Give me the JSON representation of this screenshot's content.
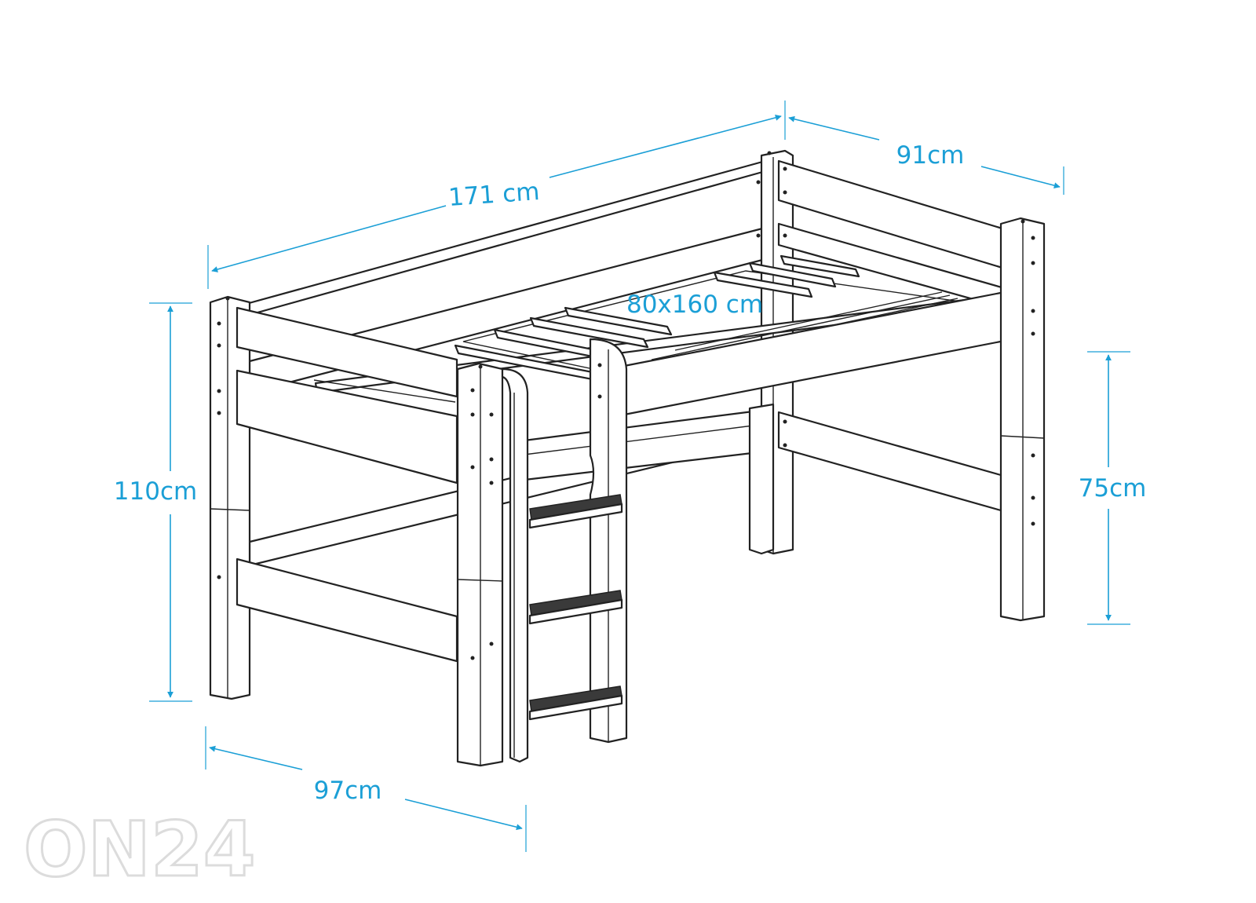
{
  "figure": {
    "subject": "loft-bed-dimension-drawing"
  },
  "dimensions": {
    "length": "171 cm",
    "depth": "91cm",
    "mattress": "80x160 cm",
    "total_height": "110cm",
    "under_bed_height": "75cm",
    "front_width": "97cm"
  },
  "watermark": {
    "text": "ON24"
  },
  "colors": {
    "dimension_accent": "#1b9fd6",
    "outline": "#222222",
    "watermark": "#dcdcdc",
    "background": "#ffffff"
  }
}
